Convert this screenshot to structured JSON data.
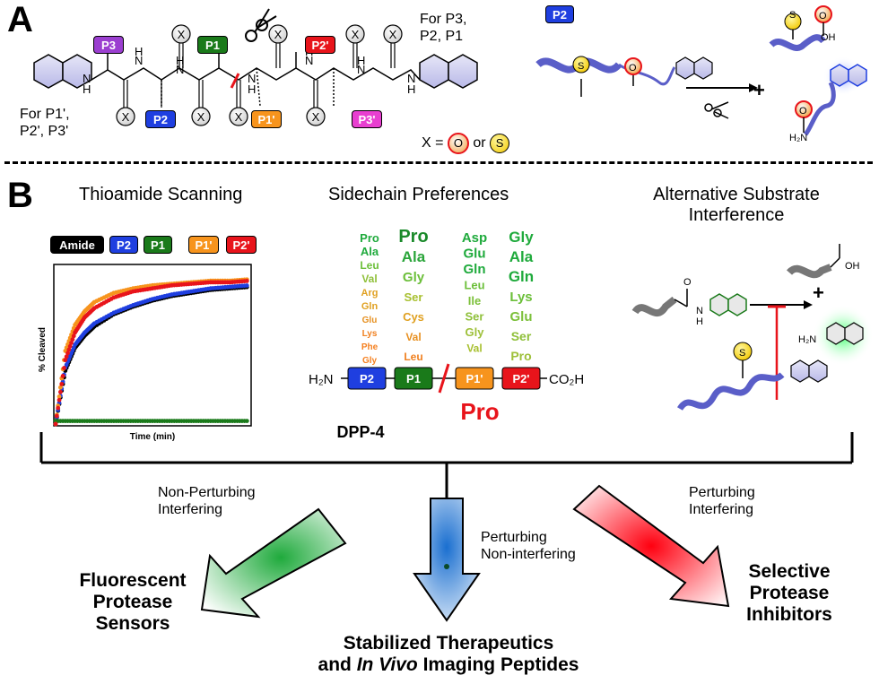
{
  "panel_a": {
    "letter": "A",
    "label_p3": "P3",
    "label_p1": "P1",
    "label_p2": "P2",
    "label_p2p": "P2'",
    "label_p1p": "P1'",
    "label_p3p": "P3'",
    "for_p3p2p1": [
      "For P3,",
      "P2, P1"
    ],
    "for_p1p2p3": [
      "For P1',",
      "P2', P3'"
    ],
    "x_equals": "X =",
    "x_o": "O",
    "x_or": "or",
    "x_s": "S",
    "side_atom": "X",
    "right_badge": "P2",
    "oh": "OH",
    "h2n": "H₂N",
    "plus": "+"
  },
  "panel_b": {
    "letter": "B",
    "title_left": "Thioamide Scanning",
    "title_mid": "Sidechain Preferences",
    "title_right_1": "Alternative Substrate",
    "title_right_2": "Interference",
    "legend": [
      "Amide",
      "P2",
      "P1",
      "P1'",
      "P2'"
    ],
    "ylabel": "% Cleaved",
    "xlabel": "Time (min)",
    "p2_col": [
      [
        "Pro"
      ],
      [
        "Ala"
      ],
      [
        "Leu"
      ],
      [
        "Val"
      ],
      [
        "Arg"
      ],
      [
        "Gln"
      ],
      [
        "Glu"
      ],
      [
        "Lys"
      ],
      [
        "Phe"
      ],
      [
        "Gly"
      ]
    ],
    "p1_col": [
      "Pro",
      "Ala",
      "Gly",
      "Ser",
      "Cys",
      "Val",
      "Leu"
    ],
    "p1p_col": [
      "Asp",
      "Glu",
      "Gln",
      "Leu",
      "Ile",
      "Ser",
      "Gly",
      "Val"
    ],
    "p2p_col": [
      "Gly",
      "Ala",
      "Gln",
      "Lys",
      "Glu",
      "Ser",
      "Pro"
    ],
    "h2n": "H₂N",
    "co2h": "CO₂H",
    "seq": [
      "P2",
      "P1",
      "P1'",
      "P2'"
    ],
    "pro_label": "Pro",
    "enzyme": "DPP-4",
    "s_atom": "S",
    "oh": "OH",
    "h2n_right": "H₂N",
    "h_nh": "H",
    "n_nh": "N",
    "plus": "+"
  },
  "bottom": {
    "left_arrow_label": [
      "Non-Perturbing",
      "Interfering"
    ],
    "mid_arrow_label": [
      "Perturbing",
      "Non-interfering"
    ],
    "right_arrow_label": [
      "Perturbing",
      "Interfering"
    ],
    "outcome_left": [
      "Fluorescent",
      "Protease",
      "Sensors"
    ],
    "outcome_mid_1": "Stabilized Therapeutics",
    "outcome_mid_2a": "and ",
    "outcome_mid_2b": "In Vivo",
    "outcome_mid_2c": " Imaging Peptides",
    "outcome_right": [
      "Selective",
      "Protease",
      "Inhibitors"
    ]
  },
  "colors": {
    "amide": "#000000",
    "p2": "#1f3fe0",
    "p1": "#1a7a1a",
    "p1p": "#f7941d",
    "p2p": "#e8141b",
    "p3": "#9b3fd0",
    "p3p": "#e83fd0",
    "helix": "#7b7fd6",
    "green_arrow": "#3cbf5a",
    "red_arrow": "#e8141b",
    "blue_arrow": "#2a8fd6"
  },
  "chart_data": {
    "type": "scatter",
    "xlabel": "Time (min)",
    "ylabel": "% Cleaved",
    "series": [
      {
        "name": "Amide",
        "color": "#000000",
        "x": [
          0,
          0.05,
          0.1,
          0.15,
          0.2,
          0.3,
          0.4,
          0.5,
          0.6,
          0.7,
          0.8,
          0.9,
          1.0
        ],
        "y": [
          0,
          35,
          50,
          58,
          64,
          72,
          77,
          81,
          84,
          86,
          88,
          89,
          90
        ]
      },
      {
        "name": "P2",
        "color": "#1f3fe0",
        "x": [
          0,
          0.05,
          0.1,
          0.15,
          0.2,
          0.3,
          0.4,
          0.5,
          0.6,
          0.7,
          0.8,
          0.9,
          1.0
        ],
        "y": [
          0,
          37,
          52,
          60,
          66,
          73,
          78,
          82,
          85,
          87,
          89,
          90,
          91
        ]
      },
      {
        "name": "P1",
        "color": "#1a7a1a",
        "x": [
          0,
          0.1,
          0.2,
          0.3,
          0.4,
          0.5,
          0.6,
          0.7,
          0.8,
          0.9,
          1.0
        ],
        "y": [
          2,
          2,
          2,
          2,
          2,
          2,
          2,
          2,
          2,
          2,
          2
        ]
      },
      {
        "name": "P1'",
        "color": "#f7941d",
        "x": [
          0,
          0.05,
          0.1,
          0.15,
          0.2,
          0.3,
          0.4,
          0.5,
          0.6,
          0.7,
          0.8,
          0.9,
          1.0
        ],
        "y": [
          0,
          48,
          65,
          74,
          80,
          86,
          89,
          91,
          92,
          93,
          94,
          94,
          95
        ]
      },
      {
        "name": "P2'",
        "color": "#e8141b",
        "x": [
          0,
          0.05,
          0.1,
          0.15,
          0.2,
          0.3,
          0.4,
          0.5,
          0.6,
          0.7,
          0.8,
          0.9,
          1.0
        ],
        "y": [
          0,
          42,
          60,
          70,
          76,
          83,
          87,
          89,
          91,
          92,
          93,
          93,
          94
        ]
      }
    ]
  }
}
